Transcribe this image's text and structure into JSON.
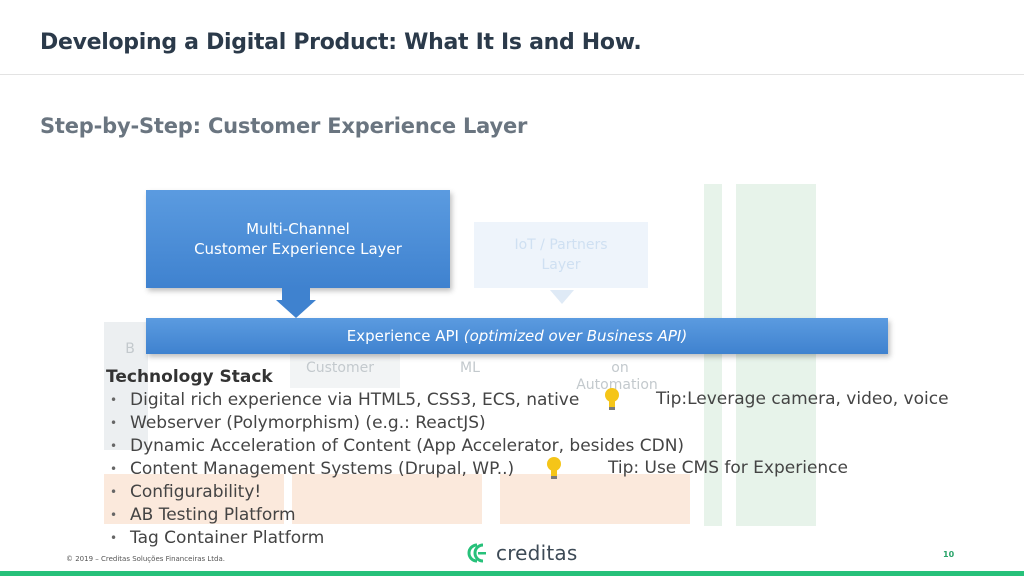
{
  "header": {
    "title": "Developing a Digital Product: What It Is and How.",
    "subtitle": "Step-by-Step: Customer Experience Layer"
  },
  "diagram": {
    "multichannel_line1": "Multi-Channel",
    "multichannel_line2": "Customer Experience Layer",
    "iot_line1": "IoT / Partners",
    "iot_line2": "Layer",
    "api_bar_text": "Experience API ",
    "api_bar_italic": "(optimized over Business API)",
    "ghost_b": "B",
    "ghost_customer": "Customer",
    "ghost_ml": "ML",
    "ghost_on": "on",
    "ghost_automation": "Automation",
    "colors": {
      "primary_blue": "#3f82cf",
      "accent_green": "#27c17a"
    }
  },
  "stack": {
    "heading": "Technology Stack",
    "items": [
      "Digital rich experience via HTML5, CSS3, ECS, native",
      "Webserver (Polymorphism) (e.g.: ReactJS)",
      "Dynamic Acceleration of Content (App Accelerator, besides CDN)",
      "Content Management Systems (Drupal, WP..)",
      "Configurability!",
      "AB Testing Platform",
      "Tag Container Platform"
    ],
    "tip1": "Tip:Leverage camera, video, voice",
    "tip2": "Tip: Use CMS for Experience"
  },
  "footer": {
    "copyright": "© 2019 – Creditas Soluções Financeiras Ltda.",
    "logo_text": "creditas",
    "page_number": "10"
  }
}
